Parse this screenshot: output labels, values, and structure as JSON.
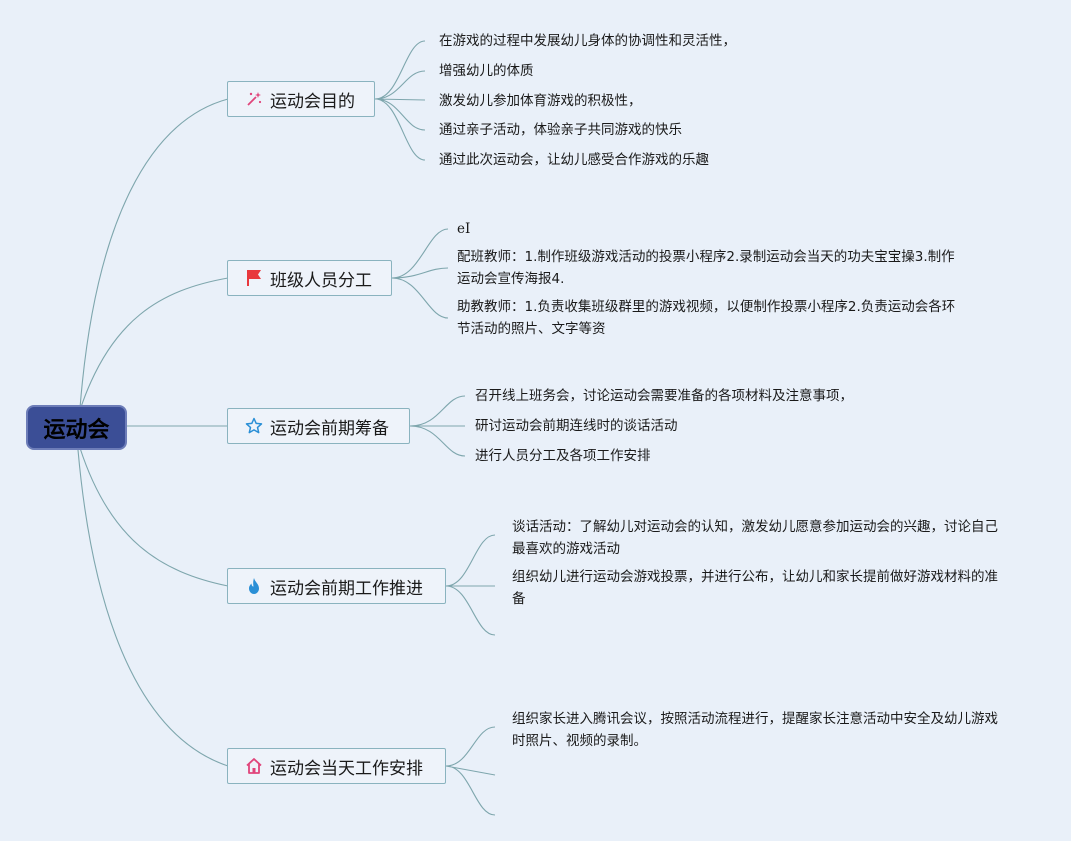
{
  "root": {
    "label": "运动会"
  },
  "topics": [
    {
      "label": "运动会目的",
      "icon": "magic-wand-icon",
      "items": [
        "在游戏的过程中发展幼儿身体的协调性和灵活性，",
        "增强幼儿的体质",
        "激发幼儿参加体育游戏的积极性，",
        "通过亲子活动，体验亲子共同游戏的快乐",
        "通过此次运动会，让幼儿感受合作游戏的乐趣"
      ]
    },
    {
      "label": "班级人员分工",
      "icon": "red-flag-icon",
      "items": [
        "eI",
        "配班教师：1.制作班级游戏活动的投票小程序2.录制运动会当天的功夫宝宝操3.制作运动会宣传海报4.",
        "助教教师：1.负责收集班级群里的游戏视频，以便制作投票小程序2.负责运动会各环节活动的照片、文字等资"
      ]
    },
    {
      "label": "运动会前期筹备",
      "icon": "star-icon",
      "items": [
        "召开线上班务会，讨论运动会需要准备的各项材料及注意事项，",
        "研讨运动会前期连线时的谈话活动",
        "进行人员分工及各项工作安排"
      ]
    },
    {
      "label": "运动会前期工作推进",
      "icon": "flame-icon",
      "items": [
        "谈话活动：了解幼儿对运动会的认知，激发幼儿愿意参加运动会的兴趣，讨论自己最喜欢的游戏活动",
        "组织幼儿进行运动会游戏投票，并进行公布，让幼儿和家长提前做好游戏材料的准备",
        ""
      ]
    },
    {
      "label": "运动会当天工作安排",
      "icon": "home-icon",
      "items": [
        "组织家长进入腾讯会议，按照活动流程进行，提醒家长注意活动中安全及幼儿游戏时照片、视频的录制。",
        "",
        ""
      ]
    }
  ],
  "colors": {
    "line": "#7ea6ad",
    "root_bg": "#3b4e96",
    "accent_red": "#e8383d",
    "accent_blue": "#2a8fd6",
    "accent_pink": "#e0457b"
  }
}
